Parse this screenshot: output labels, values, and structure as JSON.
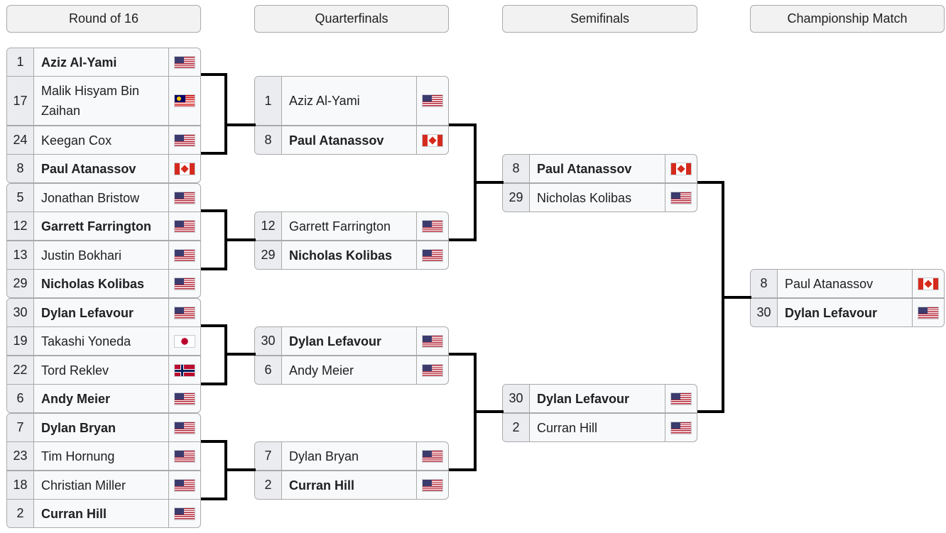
{
  "rounds": [
    "Round of 16",
    "Quarterfinals",
    "Semifinals",
    "Championship Match"
  ],
  "round_of_16": [
    {
      "seed": "1",
      "name": "Aziz Al-Yami",
      "flag": "us-flag-icon",
      "winner": true
    },
    {
      "seed": "17",
      "name": "Malik Hisyam Bin Zaihan",
      "flag": "malaysia-flag-icon",
      "winner": false
    },
    {
      "seed": "24",
      "name": "Keegan Cox",
      "flag": "us-flag-icon",
      "winner": false
    },
    {
      "seed": "8",
      "name": "Paul Atanassov",
      "flag": "canada-flag-icon",
      "winner": true
    },
    {
      "seed": "5",
      "name": "Jonathan Bristow",
      "flag": "us-flag-icon",
      "winner": false
    },
    {
      "seed": "12",
      "name": "Garrett Farrington",
      "flag": "us-flag-icon",
      "winner": true
    },
    {
      "seed": "13",
      "name": "Justin Bokhari",
      "flag": "us-flag-icon",
      "winner": false
    },
    {
      "seed": "29",
      "name": "Nicholas Kolibas",
      "flag": "us-flag-icon",
      "winner": true
    },
    {
      "seed": "30",
      "name": "Dylan Lefavour",
      "flag": "us-flag-icon",
      "winner": true
    },
    {
      "seed": "19",
      "name": "Takashi Yoneda",
      "flag": "japan-flag-icon",
      "winner": false
    },
    {
      "seed": "22",
      "name": "Tord Reklev",
      "flag": "norway-flag-icon",
      "winner": false
    },
    {
      "seed": "6",
      "name": "Andy Meier",
      "flag": "us-flag-icon",
      "winner": true
    },
    {
      "seed": "7",
      "name": "Dylan Bryan",
      "flag": "us-flag-icon",
      "winner": true
    },
    {
      "seed": "23",
      "name": "Tim Hornung",
      "flag": "us-flag-icon",
      "winner": false
    },
    {
      "seed": "18",
      "name": "Christian Miller",
      "flag": "us-flag-icon",
      "winner": false
    },
    {
      "seed": "2",
      "name": "Curran Hill",
      "flag": "us-flag-icon",
      "winner": true
    }
  ],
  "quarterfinals": [
    {
      "seed": "1",
      "name": "Aziz Al-Yami",
      "flag": "us-flag-icon",
      "winner": false
    },
    {
      "seed": "8",
      "name": "Paul Atanassov",
      "flag": "canada-flag-icon",
      "winner": true
    },
    {
      "seed": "12",
      "name": "Garrett Farrington",
      "flag": "us-flag-icon",
      "winner": false
    },
    {
      "seed": "29",
      "name": "Nicholas Kolibas",
      "flag": "us-flag-icon",
      "winner": true
    },
    {
      "seed": "30",
      "name": "Dylan Lefavour",
      "flag": "us-flag-icon",
      "winner": true
    },
    {
      "seed": "6",
      "name": "Andy Meier",
      "flag": "us-flag-icon",
      "winner": false
    },
    {
      "seed": "7",
      "name": "Dylan Bryan",
      "flag": "us-flag-icon",
      "winner": false
    },
    {
      "seed": "2",
      "name": "Curran Hill",
      "flag": "us-flag-icon",
      "winner": true
    }
  ],
  "semifinals": [
    {
      "seed": "8",
      "name": "Paul Atanassov",
      "flag": "canada-flag-icon",
      "winner": true
    },
    {
      "seed": "29",
      "name": "Nicholas Kolibas",
      "flag": "us-flag-icon",
      "winner": false
    },
    {
      "seed": "30",
      "name": "Dylan Lefavour",
      "flag": "us-flag-icon",
      "winner": true
    },
    {
      "seed": "2",
      "name": "Curran Hill",
      "flag": "us-flag-icon",
      "winner": false
    }
  ],
  "championship": [
    {
      "seed": "8",
      "name": "Paul Atanassov",
      "flag": "canada-flag-icon",
      "winner": false
    },
    {
      "seed": "30",
      "name": "Dylan Lefavour",
      "flag": "us-flag-icon",
      "winner": true
    }
  ]
}
